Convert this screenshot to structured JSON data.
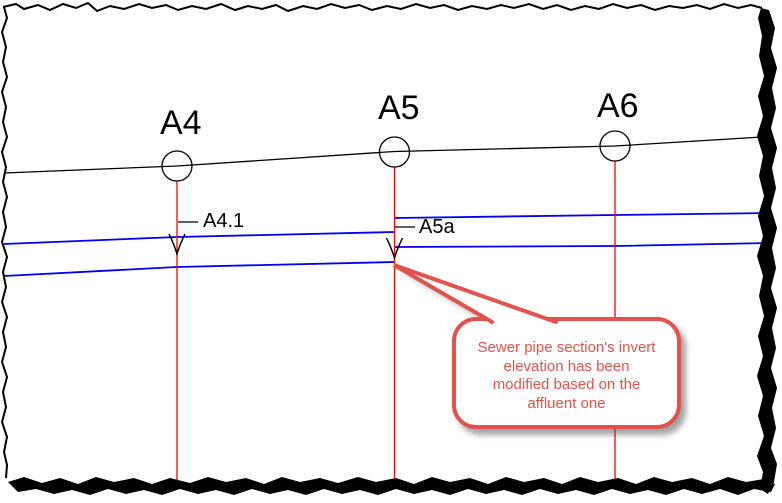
{
  "drawing": {
    "title_context": "sewer profile view",
    "labels": [
      "A4",
      "A5",
      "A6"
    ],
    "branch_labels": [
      "A4.1",
      "A5a"
    ],
    "callout": {
      "text": "Sewer pipe section's invert elevation has been modified based on the affluent one",
      "lines": [
        "Sewer pipe section's invert",
        "elevation has been",
        "modified based on the",
        "affluent one"
      ]
    },
    "colors": {
      "ground_line": "#000000",
      "pipe_line": "#0000ee",
      "drop_line": "#ff0000",
      "callout_red": "#e2534e",
      "torn_edge": "#000000"
    }
  }
}
